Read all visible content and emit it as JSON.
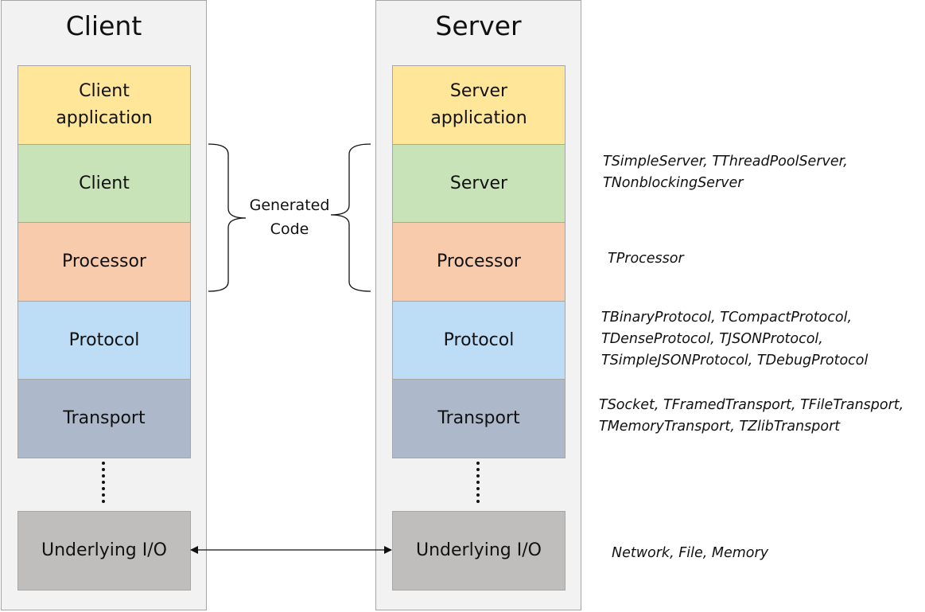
{
  "client": {
    "title": "Client",
    "layers": {
      "application": "Client\napplication",
      "client": "Client",
      "processor": "Processor",
      "protocol": "Protocol",
      "transport": "Transport",
      "io": "Underlying I/O"
    }
  },
  "server": {
    "title": "Server",
    "layers": {
      "application": "Server\napplication",
      "server": "Server",
      "processor": "Processor",
      "protocol": "Protocol",
      "transport": "Transport",
      "io": "Underlying I/O"
    }
  },
  "generated_code_label": "Generated\nCode",
  "annotations": {
    "server": "TSimpleServer, TThreadPoolServer,\nTNonblockingServer",
    "processor": "TProcessor",
    "protocol": "TBinaryProtocol, TCompactProtocol,\nTDenseProtocol, TJSONProtocol,\nTSimpleJSONProtocol, TDebugProtocol",
    "transport": "TSocket, TFramedTransport, TFileTransport,\nTMemoryTransport, TZlibTransport",
    "io": "Network, File, Memory"
  },
  "colors": {
    "application": "#ffe699",
    "client_server": "#c9e3b8",
    "processor": "#f8cbad",
    "protocol": "#bdddf7",
    "transport": "#adb9ca",
    "io": "#c0bdbd",
    "stack_background": "#f2f2f2"
  }
}
